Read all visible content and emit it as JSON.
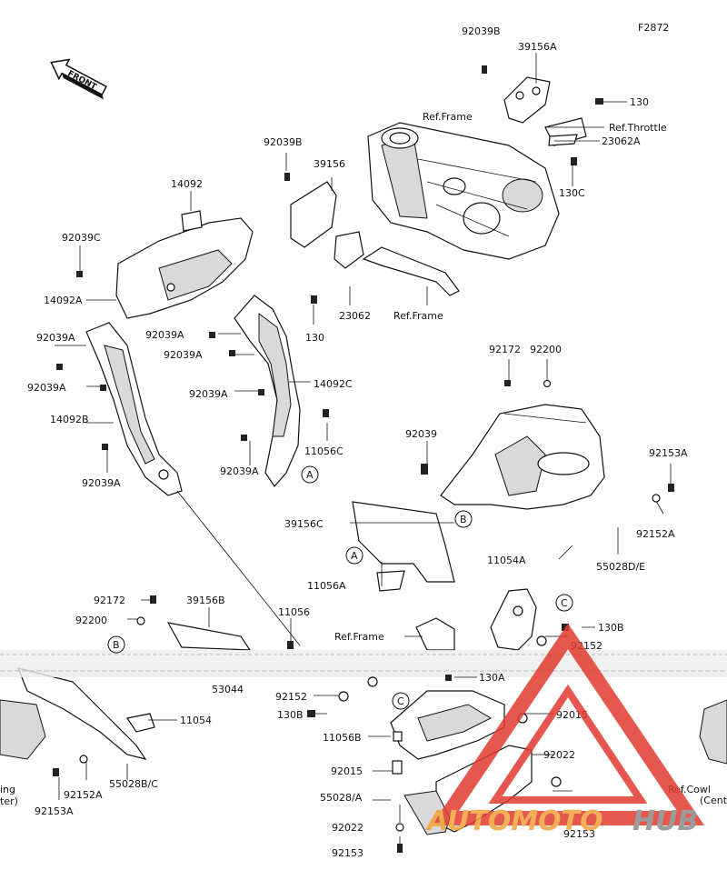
{
  "figure_code": "F2872",
  "front_label": "FRONT",
  "watermark": {
    "brand_left": "AUTOMOTO",
    "brand_right": "HUB",
    "color_red": "#e23b2e",
    "color_orange": "#f2a23a",
    "color_gray": "#8a8a8a"
  },
  "callouts": {
    "a1": "A",
    "a2": "A",
    "b1": "B",
    "b2": "B",
    "c1": "C",
    "c2": "C"
  },
  "labels": {
    "p_92039B_top": "92039B",
    "p_39156A": "39156A",
    "p_130_top": "130",
    "p_ref_frame_top": "Ref.Frame",
    "p_ref_throttle": "Ref.Throttle",
    "p_23062A": "23062A",
    "p_130C": "130C",
    "p_92039B_mid": "92039B",
    "p_39156": "39156",
    "p_14092": "14092",
    "p_92039C": "92039C",
    "p_14092A": "14092A",
    "p_23062": "23062",
    "p_ref_frame_mid": "Ref.Frame",
    "p_130_mid": "130",
    "p_92039A_1": "92039A",
    "p_92039A_2": "92039A",
    "p_92039A_3": "92039A",
    "p_92039A_4": "92039A",
    "p_92039A_5": "92039A",
    "p_92039A_6": "92039A",
    "p_92039A_7": "92039A",
    "p_14092B": "14092B",
    "p_14092C": "14092C",
    "p_11056C": "11056C",
    "p_92172_r": "92172",
    "p_92200_r": "92200",
    "p_92039": "92039",
    "p_92153A_r": "92153A",
    "p_92152A_r": "92152A",
    "p_39156C": "39156C",
    "p_11054A": "11054A",
    "p_55028DE": "55028D/E",
    "p_11056A": "11056A",
    "p_92172_l": "92172",
    "p_39156B": "39156B",
    "p_92200_l": "92200",
    "p_11056": "11056",
    "p_ref_frame_low": "Ref.Frame",
    "p_130B_r": "130B",
    "p_92152_r": "92152",
    "p_53044": "53044",
    "p_130A": "130A",
    "p_92152_m": "92152",
    "p_130B_m": "130B",
    "p_11054": "11054",
    "p_92015_r": "92015",
    "p_11056B": "11056B",
    "p_92022_r": "92022",
    "p_92015_m": "92015",
    "p_55028BC": "55028B/C",
    "p_92152A_l": "92152A",
    "p_ref_cowl": "Ref.Cowl",
    "p_cent": "(Cent",
    "p_ing": "ing",
    "p_ter": "ter)",
    "p_92153A_l": "92153A",
    "p_55028A": "55028/A",
    "p_92022_m": "92022",
    "p_92153_r": "92153",
    "p_92153_m": "92153"
  }
}
